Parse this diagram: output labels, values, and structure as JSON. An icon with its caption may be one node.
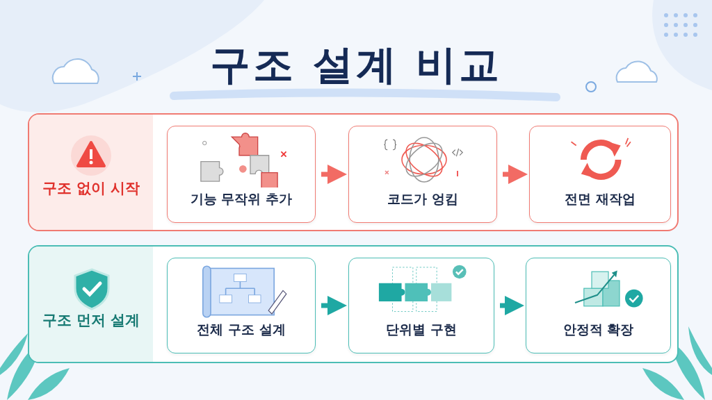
{
  "diagram": {
    "title": "구조 설계 비교",
    "nodes": [
      {
        "text": [
          "구조 없이 시작"
        ]
      },
      {
        "text": [
          "기능 무작위 추가"
        ],
        "in": 0
      },
      {
        "text": [
          "코드가 엉킴"
        ],
        "in": 0
      },
      {
        "text": [
          "전면 재작업"
        ],
        "in": 0
      },
      {
        "text": [
          "구조 먼저 설계"
        ]
      },
      {
        "text": [
          "전체 구조 설계"
        ],
        "in": 4
      },
      {
        "text": [
          "단위별 구현"
        ],
        "in": 4
      },
      {
        "text": [
          "안정적 확장"
        ],
        "in": 4
      }
    ],
    "edges": [
      {
        "from": 1,
        "to": 2,
        "arrow": "to",
        "color": "#f26b64"
      },
      {
        "from": 2,
        "to": 3,
        "arrow": "to",
        "color": "#f26b64"
      },
      {
        "from": 5,
        "to": 6,
        "arrow": "to",
        "color": "#1fa8a3"
      },
      {
        "from": 6,
        "to": 7,
        "arrow": "to",
        "color": "#1fa8a3"
      }
    ]
  }
}
